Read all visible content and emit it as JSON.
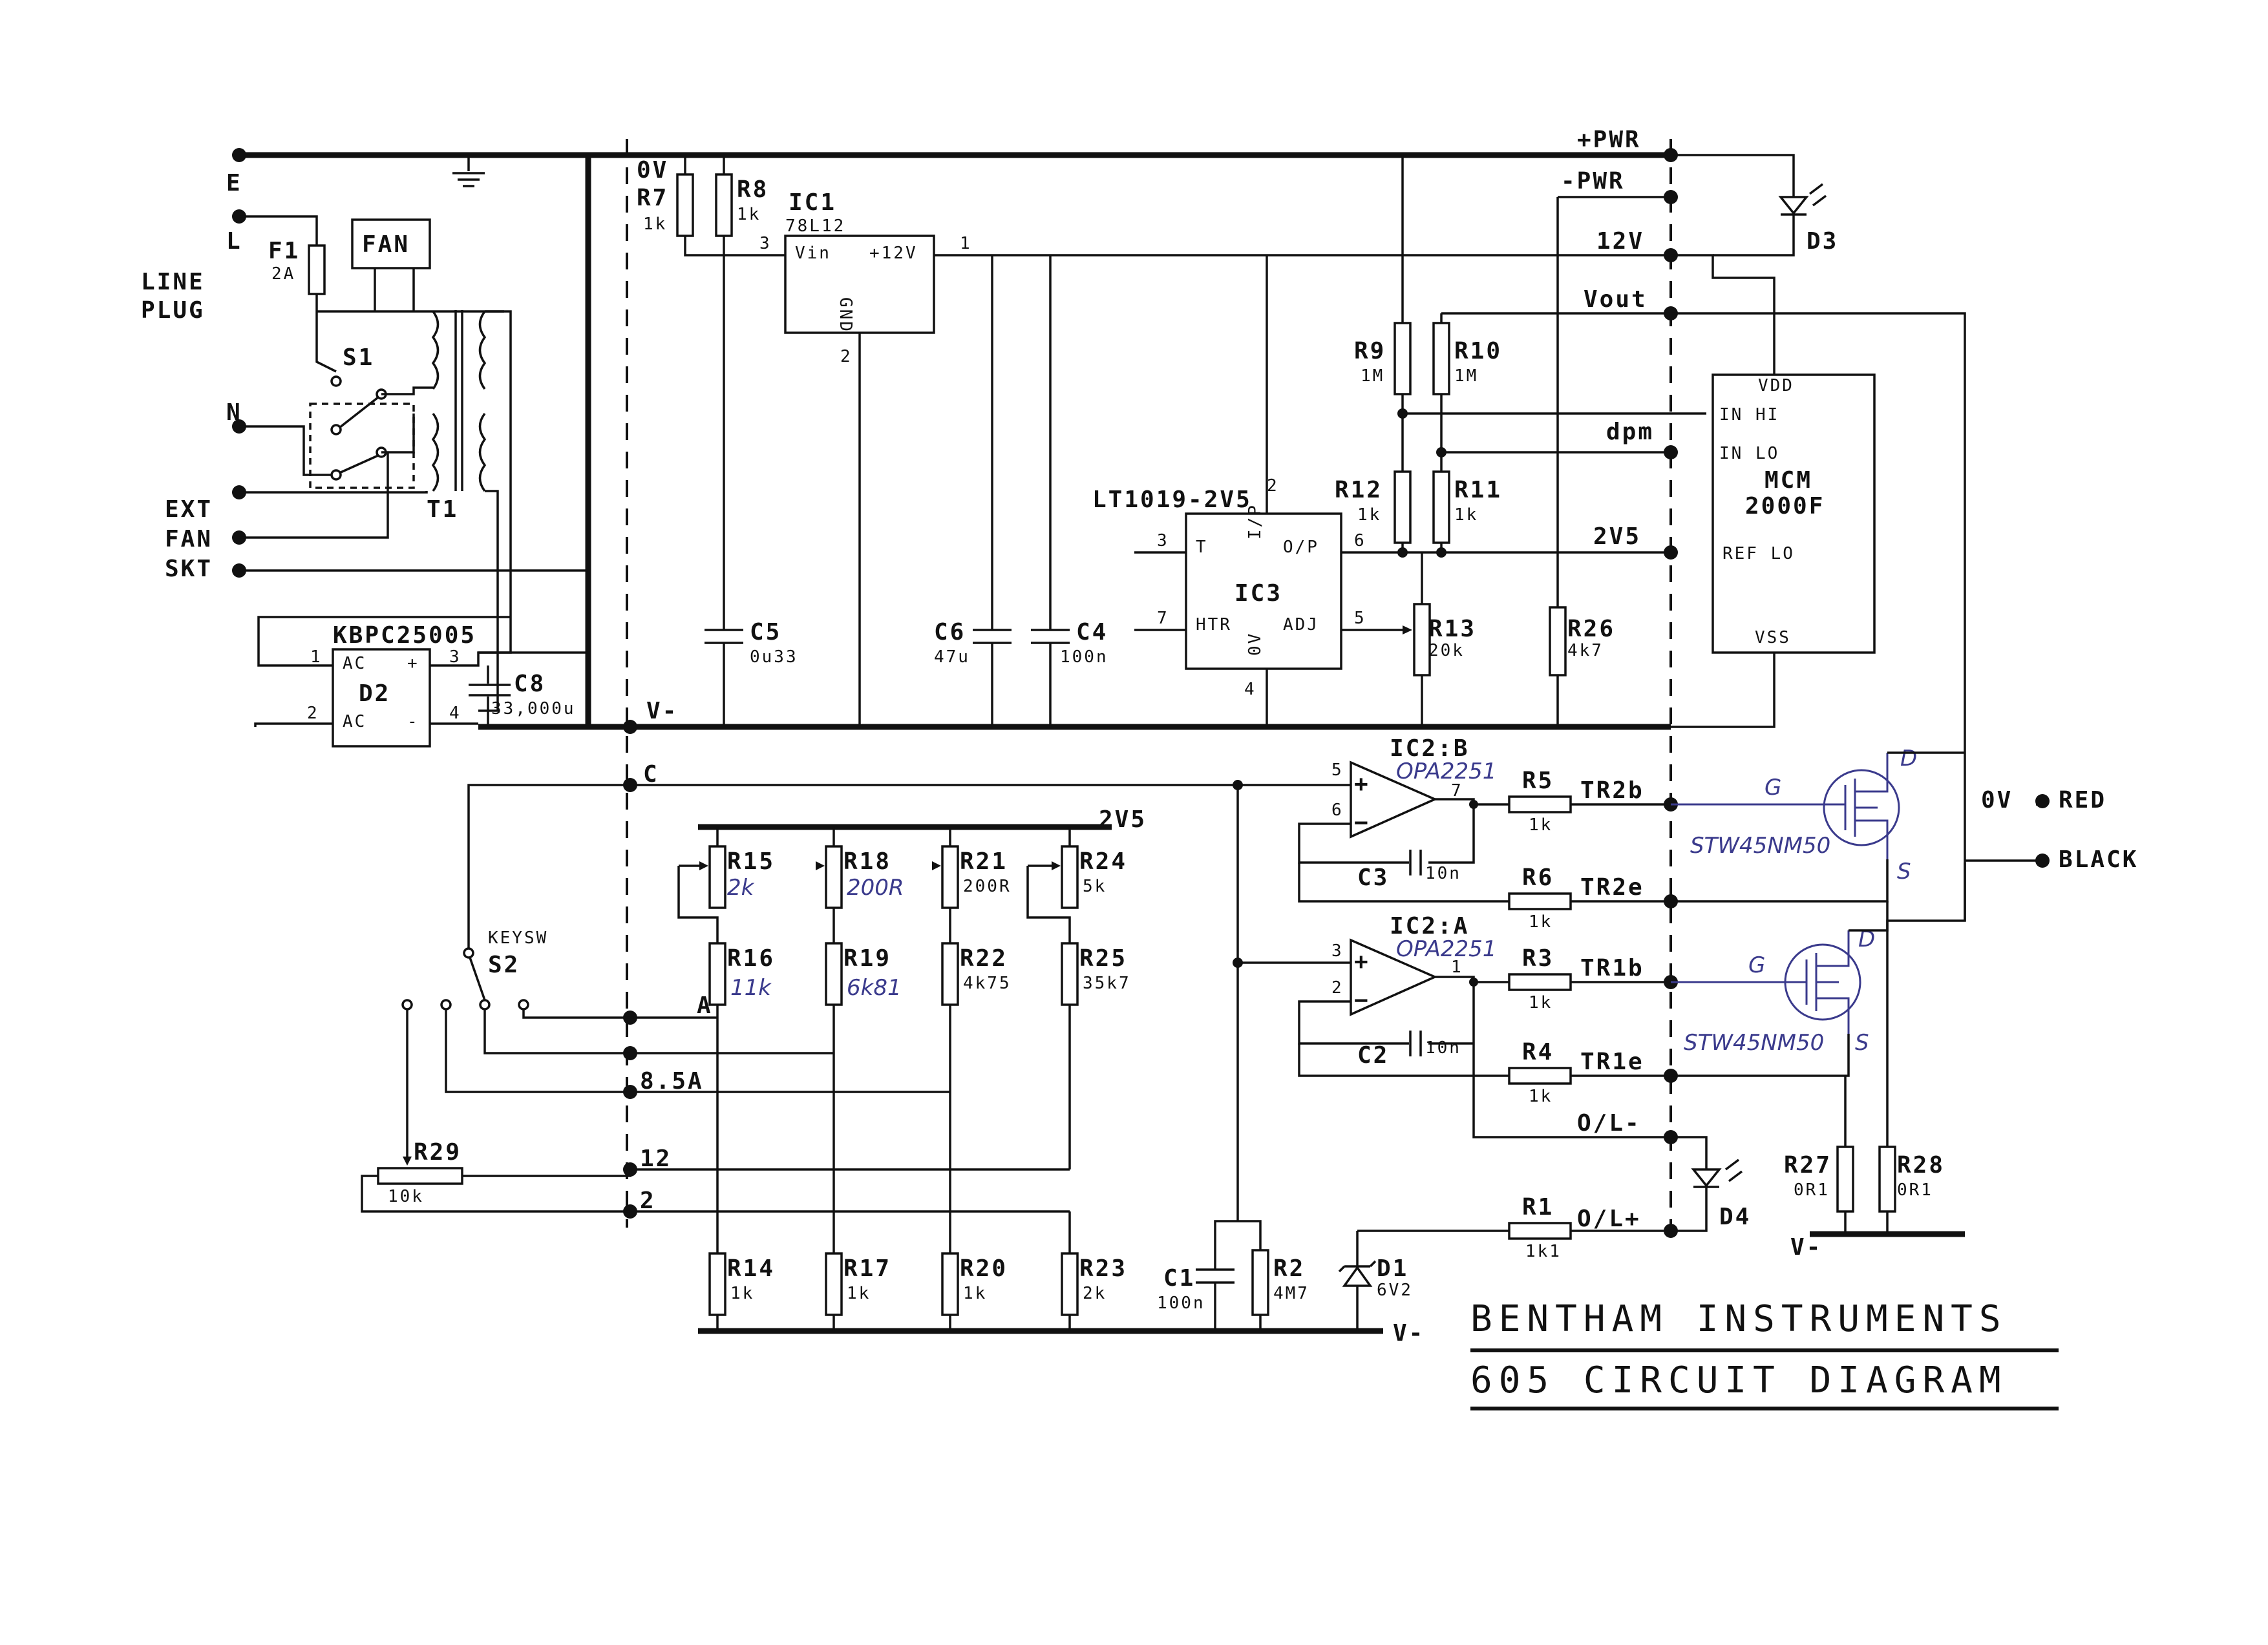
{
  "title": {
    "line1": "BENTHAM INSTRUMENTS",
    "line2": "605 CIRCUIT DIAGRAM"
  },
  "mains": {
    "E": "E",
    "L": "L",
    "N": "N",
    "line_plug": [
      "LINE",
      "PLUG"
    ],
    "outputs": [
      "EXT",
      "FAN",
      "SKT"
    ],
    "fan": "FAN",
    "F1": {
      "name": "F1",
      "value": "2A"
    },
    "S1": "S1",
    "T1": "T1"
  },
  "bridge": {
    "part": "KBPC25005",
    "name": "D2",
    "ac1": "AC",
    "ac2": "AC",
    "plus": "+",
    "minus": "-",
    "pins": [
      "1",
      "2",
      "3",
      "4"
    ]
  },
  "rails": {
    "zero_v": "0V",
    "vminus": "V-",
    "vminus_bottom": "V-",
    "vminus_right": "V-",
    "twoV5": "2V5"
  },
  "connector": {
    "plus_pwr": "+PWR",
    "minus_pwr": "-PWR",
    "v12": "12V",
    "vout": "Vout",
    "dpm": "dpm",
    "v2v5": "2V5",
    "tr2b": "TR2b",
    "tr2e": "TR2e",
    "tr1b": "TR1b",
    "tr1e": "TR1e",
    "ol_minus": "O/L-",
    "ol_plus": "O/L+",
    "C": "C",
    "A": "A",
    "A85": "8.5A",
    "n12": "12",
    "n2": "2"
  },
  "ic1": {
    "name": "IC1",
    "part": "78L12",
    "vin": "Vin",
    "vout": "+12V",
    "gnd": "GND",
    "pins": [
      "3",
      "1",
      "2"
    ]
  },
  "ic3": {
    "name": "IC3",
    "part": "LT1019-2V5",
    "pins_labels": [
      "T",
      "I/P",
      "O/P",
      "HTR",
      "0V",
      "ADJ"
    ],
    "pin_nums": [
      "3",
      "2",
      "6",
      "7",
      "4",
      "5"
    ]
  },
  "ic2b": {
    "name": "IC2:B",
    "hand": "OPA2251",
    "pins": [
      "5",
      "6",
      "7"
    ]
  },
  "ic2a": {
    "name": "IC2:A",
    "hand": "OPA2251",
    "pins": [
      "3",
      "2",
      "1"
    ]
  },
  "mcm": {
    "line1": "MCM",
    "line2": "2000F",
    "vdd": "VDD",
    "inhi": "IN HI",
    "inlo": "IN LO",
    "reflo": "REF LO",
    "vss": "VSS"
  },
  "resistors": [
    {
      "name": "R7",
      "value": "1k"
    },
    {
      "name": "R8",
      "value": "1k"
    },
    {
      "name": "R9",
      "value": "1M"
    },
    {
      "name": "R10",
      "value": "1M"
    },
    {
      "name": "R12",
      "value": "1k"
    },
    {
      "name": "R11",
      "value": "1k"
    },
    {
      "name": "R13",
      "value": "20k"
    },
    {
      "name": "R26",
      "value": "4k7"
    },
    {
      "name": "R15",
      "value": "2k"
    },
    {
      "name": "R18",
      "value": "200R"
    },
    {
      "name": "R21",
      "value": "200R"
    },
    {
      "name": "R24",
      "value": "5k"
    },
    {
      "name": "R16",
      "value": "11k"
    },
    {
      "name": "R19",
      "value": "6k81"
    },
    {
      "name": "R22",
      "value": "4k75"
    },
    {
      "name": "R25",
      "value": "35k7"
    },
    {
      "name": "R14",
      "value": "1k"
    },
    {
      "name": "R17",
      "value": "1k"
    },
    {
      "name": "R20",
      "value": "1k"
    },
    {
      "name": "R23",
      "value": "2k"
    },
    {
      "name": "R5",
      "value": "1k"
    },
    {
      "name": "R6",
      "value": "1k"
    },
    {
      "name": "R3",
      "value": "1k"
    },
    {
      "name": "R4",
      "value": "1k"
    },
    {
      "name": "R1",
      "value": "1k1"
    },
    {
      "name": "R2",
      "value": "4M7"
    },
    {
      "name": "R27",
      "value": "0R1"
    },
    {
      "name": "R28",
      "value": "0R1"
    },
    {
      "name": "R29",
      "value": "10k"
    }
  ],
  "capacitors": [
    {
      "name": "C5",
      "value": "0u33"
    },
    {
      "name": "C6",
      "value": "47u"
    },
    {
      "name": "C4",
      "value": "100n"
    },
    {
      "name": "C8",
      "value": "33,000u"
    },
    {
      "name": "C3",
      "value": "10n"
    },
    {
      "name": "C2",
      "value": "10n"
    },
    {
      "name": "C1",
      "value": "100n"
    }
  ],
  "diodes": {
    "D3": "D3",
    "D4": "D4",
    "D1": {
      "name": "D1",
      "value": "6V2"
    }
  },
  "switch_s2": {
    "name": "S2",
    "label": "KEYSW"
  },
  "mosfets": {
    "top": "STW45NM50",
    "bottom": "STW45NM50",
    "g": "G",
    "d": "D",
    "s": "S"
  },
  "output": {
    "zero_v": "0V",
    "red": "RED",
    "black": "BLACK"
  }
}
